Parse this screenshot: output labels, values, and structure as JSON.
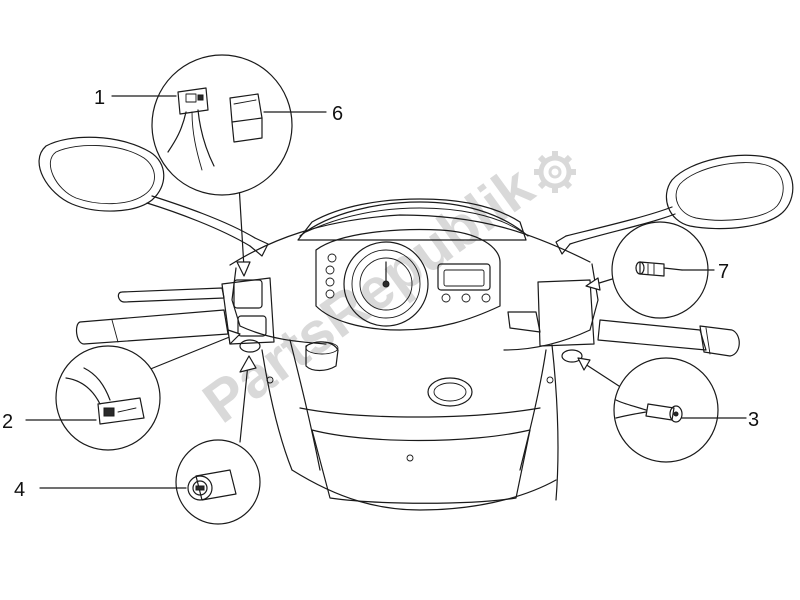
{
  "watermark": {
    "text": "PartsRepublik"
  },
  "callouts": [
    {
      "id": "1",
      "label": "1"
    },
    {
      "id": "2",
      "label": "2"
    },
    {
      "id": "3",
      "label": "3"
    },
    {
      "id": "4",
      "label": "4"
    },
    {
      "id": "6",
      "label": "6"
    },
    {
      "id": "7",
      "label": "7"
    }
  ],
  "colors": {
    "line": "#1a1a1a",
    "watermark": "#d9d9d9",
    "background": "#ffffff"
  }
}
